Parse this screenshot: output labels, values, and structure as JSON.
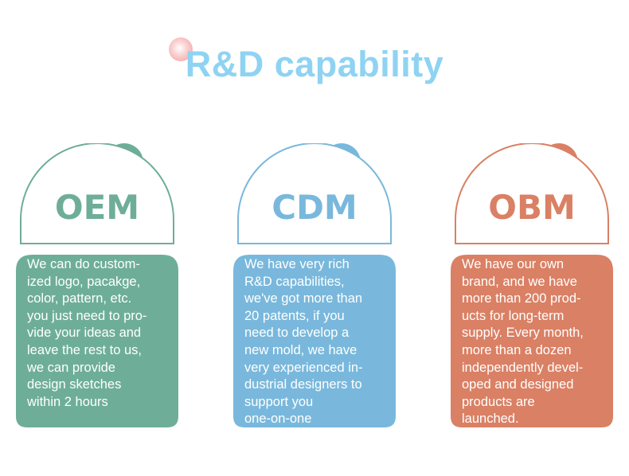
{
  "title": "R&D capability",
  "cards": [
    {
      "heading": "OEM",
      "color": "#6eae98",
      "lines": [
        "We can do custom-",
        "ized logo, pacakge,",
        "color, pattern, etc.",
        "you just need to pro-",
        "vide your ideas and",
        "leave the rest to us,",
        "we can provide",
        "design sketches",
        "within 2 hours"
      ]
    },
    {
      "heading": "CDM",
      "color": "#79b8dc",
      "lines": [
        "We have very rich",
        "R&D capabilities,",
        "we've got more than",
        "20 patents, if you",
        "need to develop a",
        "new mold, we have",
        "very experienced in-",
        "dustrial designers to",
        "support you",
        "one-on-one"
      ]
    },
    {
      "heading": "OBM",
      "color": "#da8064",
      "lines": [
        "We have our own",
        "brand, and we have",
        "more than 200 prod-",
        "ucts for long-term",
        "supply. Every month,",
        "more than a dozen",
        "independently devel-",
        "oped and designed",
        "products are",
        "launched."
      ]
    }
  ]
}
